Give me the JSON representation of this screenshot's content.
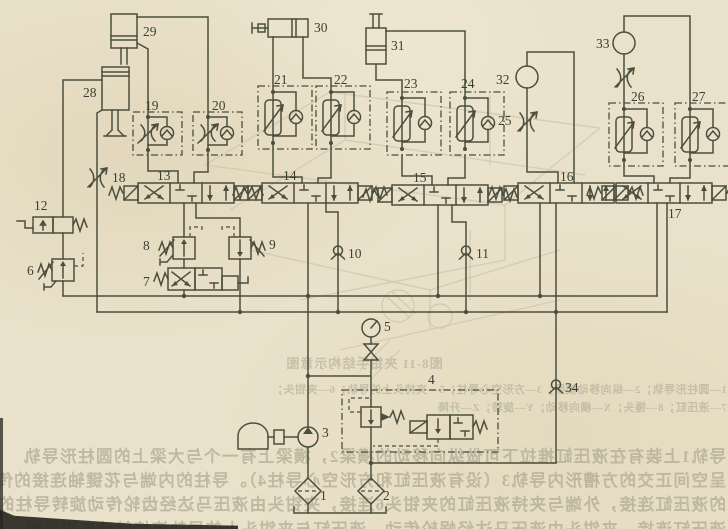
{
  "scan": {
    "paper_color": "#e9e1c9",
    "ink_color": "#4b4e3e",
    "bleed_color": "#a6a28c",
    "component_labels": {
      "c1": "1",
      "c2": "2",
      "c3": "3",
      "c4": "4",
      "c5": "5",
      "c6": "6",
      "c7": "7",
      "c8": "8",
      "c9": "9",
      "c10": "10",
      "c11": "11",
      "c12": "12",
      "c13": "13",
      "c14": "14",
      "c15": "15",
      "c16": "16",
      "c17": "17",
      "c18": "18",
      "c19": "19",
      "c20": "20",
      "c21": "21",
      "c22": "22",
      "c23": "23",
      "c24": "24",
      "c25": "25",
      "c26": "26",
      "c27": "27",
      "c28": "28",
      "c29": "29",
      "c30": "30",
      "c31": "31",
      "c32": "32",
      "c33": "33",
      "c34": "34"
    },
    "bleedthrough_text": {
      "caption": "图8-11 夹钳手结构示意图",
      "legend_line1": "1—圆柱形导轨；2—纵向移动横梁；3—方形空心导柱；5—夹持头上的导轨；6—夹钳头；",
      "legend_line2": "7—液压缸；8—锤头；X—横向移动；Y—旋转；Z—升降",
      "para_line1": "导轨1上装有在液压缸推拉下可做纵向移动的横梁2，横梁上有一个与大梁上的圆柱形导轨",
      "para_line2": "呈空间正交的方槽形内导轨3（设有液压缸和方形空心导柱4）。导柱的内端与花键轴连接的传动",
      "para_line3": "的液压缸连接，外端与夹持液压缸的夹钳头6连接，夹钳头由液压马达经齿轮传动旋转导柱的",
      "para_line4": "液压缸连接，夹钳头由液压马达经蜗轮传动，液压缸与夹钳头上的导轨连接转动夹钳手臂"
    }
  }
}
